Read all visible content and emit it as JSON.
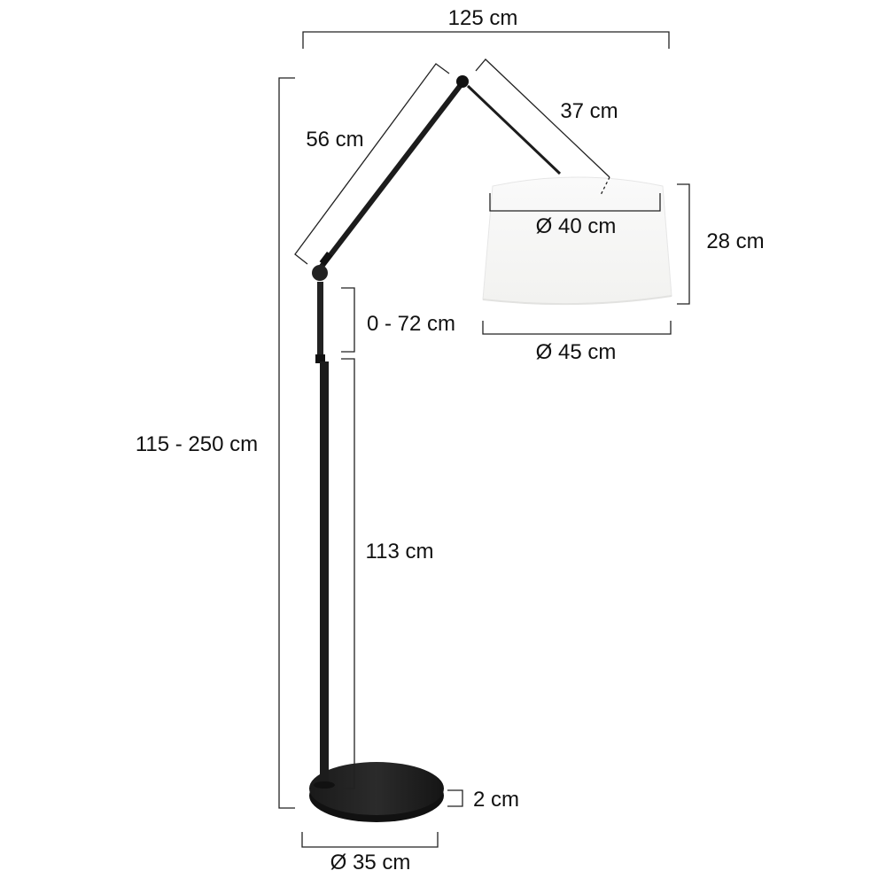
{
  "title": "Floor lamp dimensions",
  "dimensions": {
    "overall_width": "125 cm",
    "overall_height": "115 - 250 cm",
    "lower_arm": "56 cm",
    "upper_arm": "37 cm",
    "shade_top_diameter": "Ø 40 cm",
    "shade_height": "28 cm",
    "shade_bottom_diameter": "Ø 45 cm",
    "pole_extension": "0 - 72 cm",
    "pole_height": "113 cm",
    "base_height": "2 cm",
    "base_diameter": "Ø 35 cm"
  },
  "colors": {
    "lamp_body": "#1c1c1c",
    "shade": "#ffffff",
    "dimension_lines": "#222222"
  }
}
